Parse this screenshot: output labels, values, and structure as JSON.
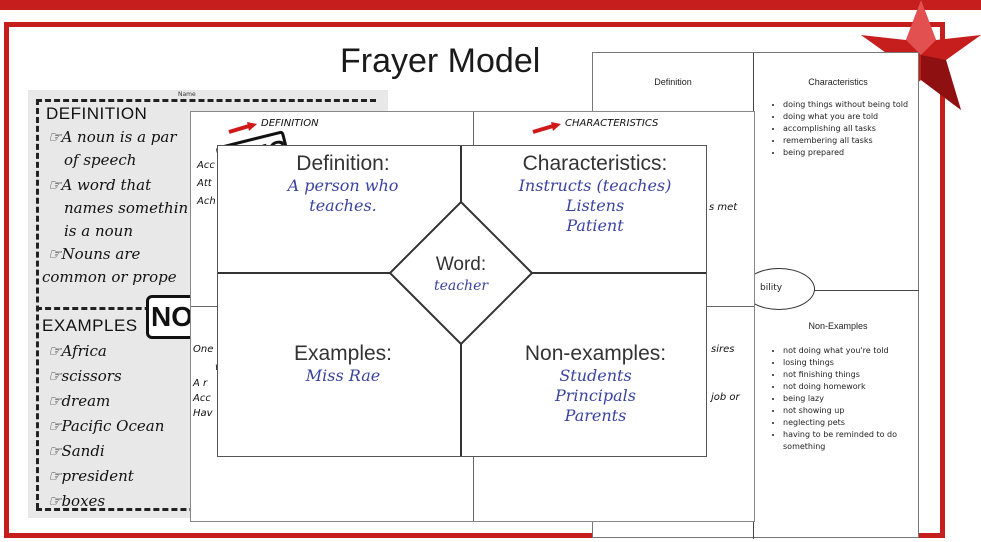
{
  "title": "Frayer Model",
  "noun_poster": {
    "name_field": "Name",
    "definition_heading": "DEFINITION",
    "definition_lines": [
      "☞A noun is a par",
      "of speech",
      "☞A word that",
      "names somethin",
      "is a noun",
      "☞Nouns are",
      "common or prope"
    ],
    "badge_text": "NO",
    "examples_heading": "EXAMPLES",
    "examples": [
      "☞Africa",
      "☞scissors",
      "☞dream",
      "☞Pacific Ocean",
      "☞Sandi",
      "☞president",
      "☞boxes"
    ]
  },
  "middle_sheet": {
    "definition_label": "DEFINITION",
    "characteristics_label": "CHARACTERISTICS",
    "vocab_badge": "VO",
    "left_fragments": [
      "Acc",
      "Att",
      "Ach"
    ],
    "right_fragments": [
      "s met"
    ],
    "bottom_left_fragments": [
      "One",
      "w",
      "A r",
      "Acc",
      "Hav"
    ],
    "bottom_right_fragments": [
      "sires",
      "job or"
    ]
  },
  "front_model": {
    "definition_title": "Definition:",
    "definition_value": [
      "A person who",
      "teaches."
    ],
    "characteristics_title": "Characteristics:",
    "characteristics_value": [
      "Instructs (teaches)",
      "Listens",
      "Patient"
    ],
    "word_title": "Word:",
    "word_value": "teacher",
    "examples_title": "Examples:",
    "examples_value": [
      "Miss Rae"
    ],
    "nonexamples_title": "Non-examples:",
    "nonexamples_value": [
      "Students",
      "Principals",
      "Parents"
    ]
  },
  "right_sheet": {
    "definition_heading": "Definition",
    "characteristics_heading": "Characteristics",
    "characteristics": [
      "doing things without being told",
      "doing what you are told",
      "accomplishing all tasks",
      "remembering all tasks",
      "being prepared"
    ],
    "oval_text": "bility",
    "nonexamples_heading": "Non-Examples",
    "nonexamples": [
      "not doing what you're told",
      "losing things",
      "not finishing things",
      "not doing homework",
      "being lazy",
      "not showing up",
      "neglecting pets",
      "having to be reminded to do something"
    ]
  },
  "colors": {
    "frame_red": "#c61d1d",
    "handwriting_blue": "#3a44a0"
  }
}
